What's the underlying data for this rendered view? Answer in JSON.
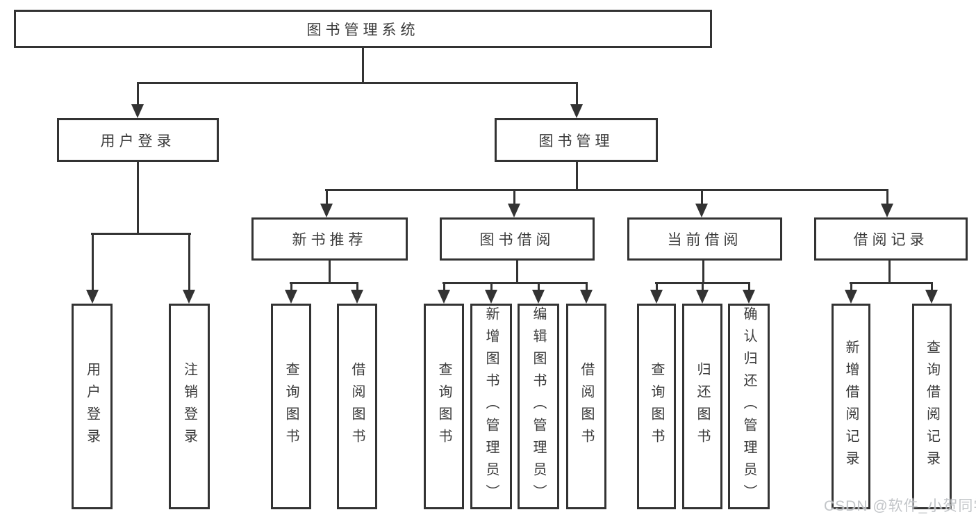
{
  "diagram": {
    "type": "org-hierarchy",
    "root": "图书管理系统",
    "children": [
      {
        "label": "用户登录",
        "children": [
          "用户登录",
          "注销登录"
        ]
      },
      {
        "label": "图书管理",
        "children": [
          {
            "label": "新书推荐",
            "children": [
              "查询图书",
              "借阅图书"
            ]
          },
          {
            "label": "图书借阅",
            "children": [
              "查询图书",
              "新增图书（管理员）",
              "编辑图书（管理员）",
              "借阅图书"
            ]
          },
          {
            "label": "当前借阅",
            "children": [
              "查询图书",
              "归还图书",
              "确认归还（管理员）"
            ]
          },
          {
            "label": "借阅记录",
            "children": [
              "新增借阅记录",
              "查询借阅记录"
            ]
          }
        ]
      }
    ],
    "line_color": "#333333",
    "background_color": "#ffffff"
  },
  "watermark": "CSDN @软件_小贺同学"
}
